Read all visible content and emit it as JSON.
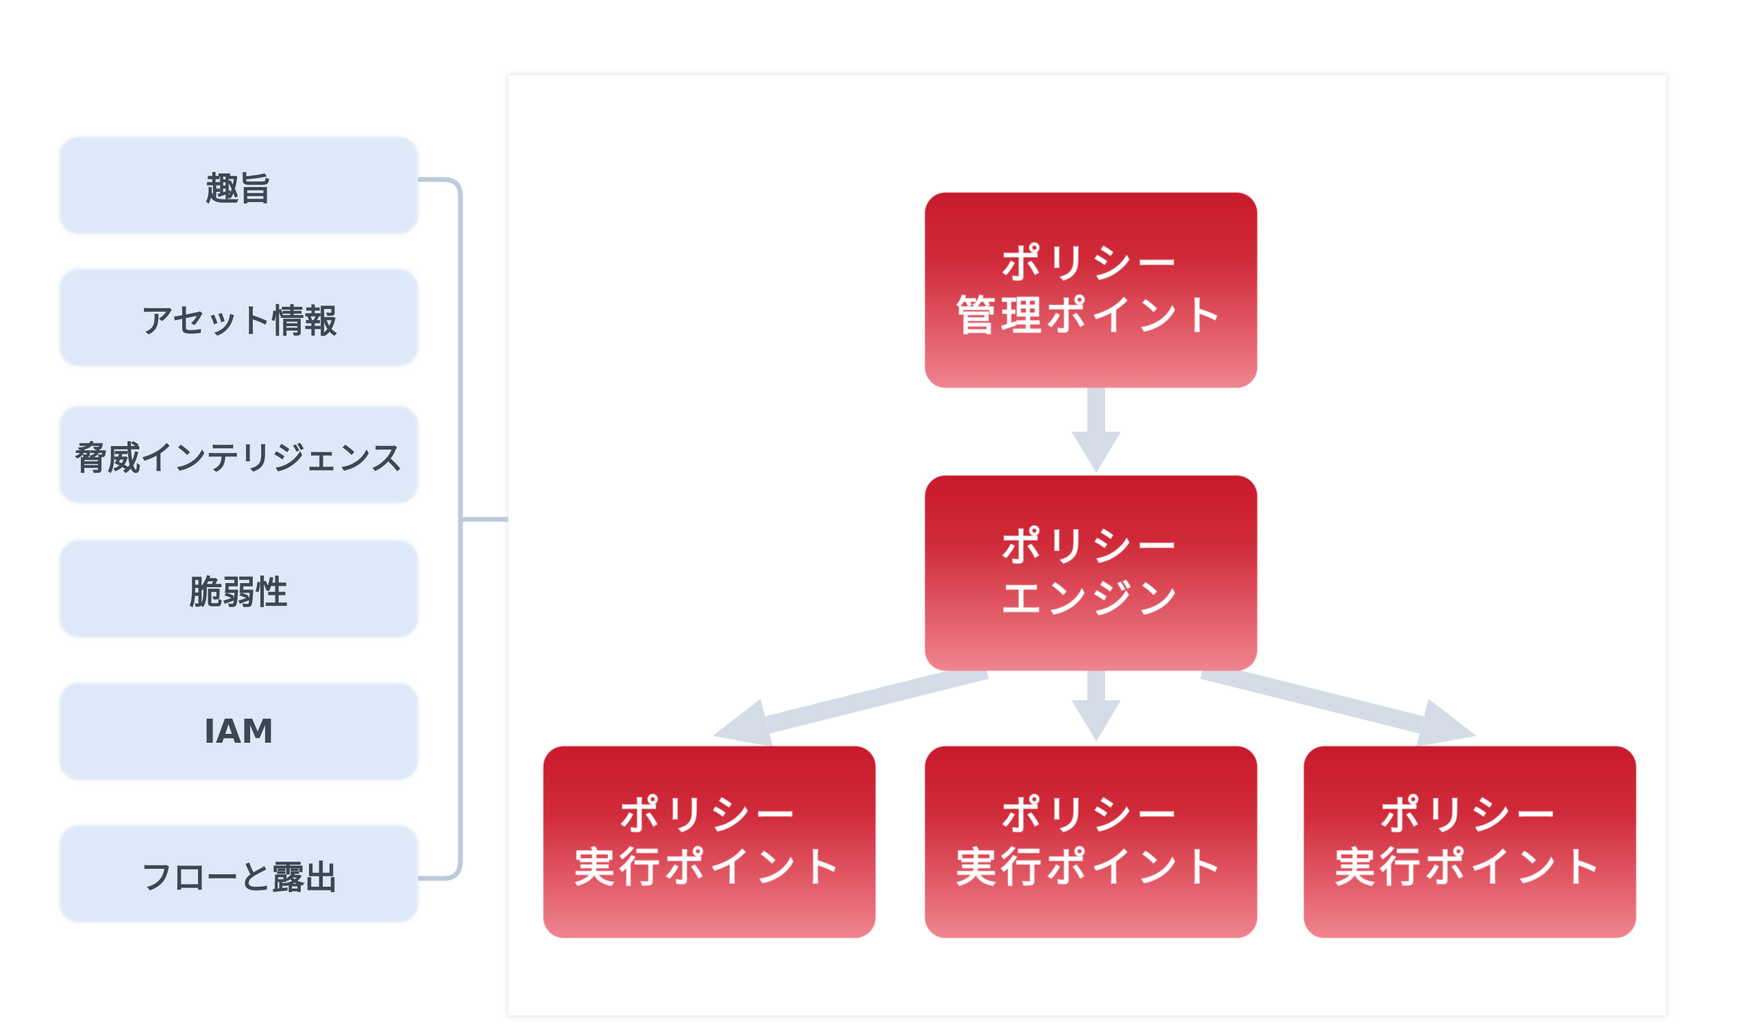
{
  "inputs": [
    {
      "label": "趣旨"
    },
    {
      "label": "アセット情報"
    },
    {
      "label": "脅威インテリジェンス"
    },
    {
      "label": "脆弱性"
    },
    {
      "label": "IAM"
    },
    {
      "label": "フローと露出"
    }
  ],
  "nodes": {
    "pap": {
      "line1": "ポリシー",
      "line2": "管理ポイント"
    },
    "engine": {
      "line1": "ポリシー",
      "line2": "エンジン"
    },
    "pep_left": {
      "line1": "ポリシー",
      "line2": "実行ポイント"
    },
    "pep_center": {
      "line1": "ポリシー",
      "line2": "実行ポイント"
    },
    "pep_right": {
      "line1": "ポリシー",
      "line2": "実行ポイント"
    }
  },
  "colors": {
    "node_top": "#c81a2b",
    "node_bottom": "#f08590",
    "input_fill": "#dde8f8",
    "connector": "#bccbdc",
    "arrow": "#d4dce8"
  }
}
